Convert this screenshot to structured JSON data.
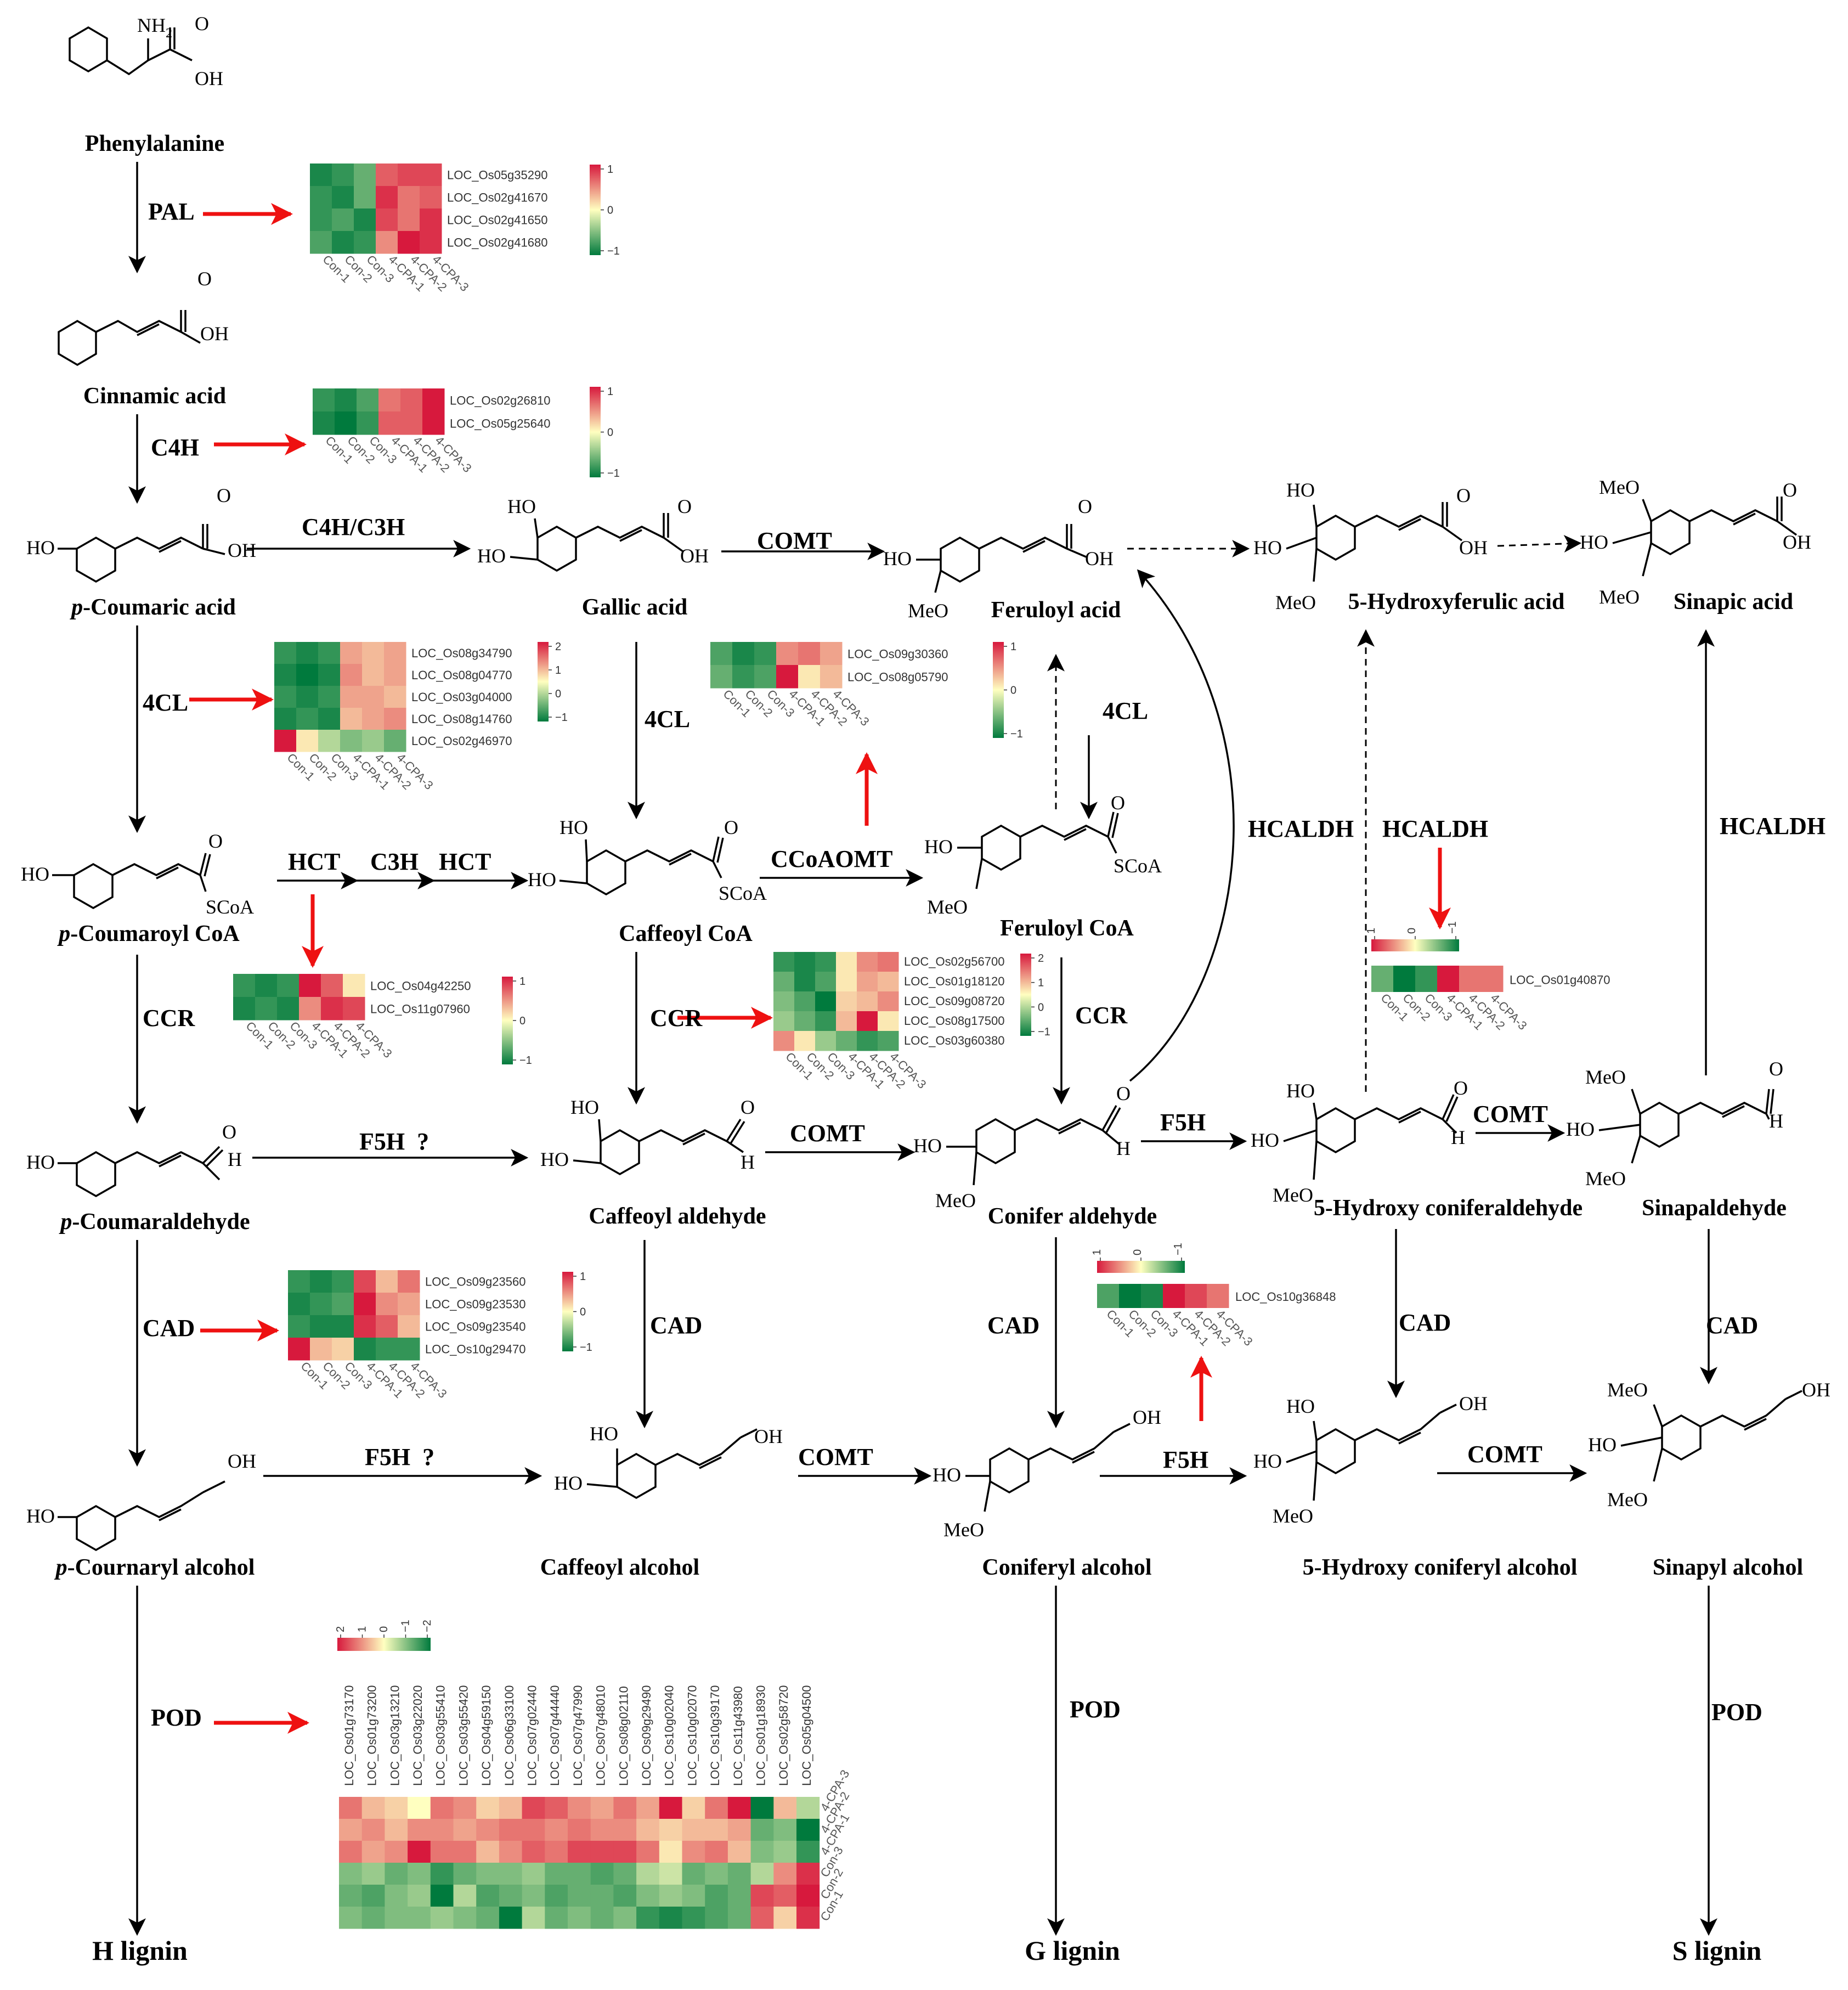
{
  "compounds": [
    {
      "id": "phenylalanine",
      "name": "Phenylalanine"
    },
    {
      "id": "cinnamic",
      "name": "Cinnamic acid"
    },
    {
      "id": "pcoumaric",
      "prefix": "p",
      "name": "-Coumaric acid"
    },
    {
      "id": "gallic",
      "name": "Gallic acid"
    },
    {
      "id": "feruloylacid",
      "name": "Feruloyl acid"
    },
    {
      "id": "hydroxyferulic",
      "name": "5-Hydroxyferulic acid"
    },
    {
      "id": "sinapic",
      "name": "Sinapic acid"
    },
    {
      "id": "pcoumaroylcoa",
      "prefix": "p",
      "name": "-Coumaroyl CoA"
    },
    {
      "id": "caffeoylcoa",
      "name": "Caffeoyl CoA"
    },
    {
      "id": "feruloylcoa",
      "name": "Feruloyl CoA"
    },
    {
      "id": "pcoumaraldehyde",
      "prefix": "p",
      "name": "-Coumaraldehyde"
    },
    {
      "id": "caffeoylald",
      "name": "Caffeoyl aldehyde"
    },
    {
      "id": "coniferald",
      "name": "Conifer aldehyde"
    },
    {
      "id": "hydroxyconiferald",
      "name": "5-Hydroxy coniferaldehyde"
    },
    {
      "id": "sinapaldehyde",
      "name": "Sinapaldehyde"
    },
    {
      "id": "pcoumarylalc",
      "prefix": "p",
      "name": "-Cournaryl alcohol"
    },
    {
      "id": "caffeoylalc",
      "name": "Caffeoyl alcohol"
    },
    {
      "id": "coniferylalc",
      "name": "Coniferyl alcohol"
    },
    {
      "id": "hydroxyconiferylalc",
      "name": "5-Hydroxy coniferyl alcohol"
    },
    {
      "id": "sinapylalc",
      "name": "Sinapyl alcohol"
    },
    {
      "id": "hlignin",
      "name": "H lignin"
    },
    {
      "id": "glignin",
      "name": "G lignin"
    },
    {
      "id": "slignin",
      "name": "S lignin"
    }
  ],
  "atoms": {
    "nh2": "NH",
    "nh2sub": "2",
    "o": "O",
    "oh": "OH",
    "ho": "HO",
    "h": "H",
    "meo": "MeO",
    "scoa": "SCoA"
  },
  "enzymes": [
    {
      "id": "pal",
      "label": "PAL"
    },
    {
      "id": "c4h",
      "label": "C4H"
    },
    {
      "id": "c4hc3h",
      "label": "C4H/C3H"
    },
    {
      "id": "comt1",
      "label": "COMT"
    },
    {
      "id": "cl4a",
      "label": "4CL"
    },
    {
      "id": "cl4b",
      "label": "4CL"
    },
    {
      "id": "cl4c",
      "label": "4CL"
    },
    {
      "id": "hct1",
      "label": "HCT"
    },
    {
      "id": "c3h",
      "label": "C3H"
    },
    {
      "id": "hct2",
      "label": "HCT"
    },
    {
      "id": "ccoaomt",
      "label": "CCoAOMT"
    },
    {
      "id": "hcaldh1",
      "label": "HCALDH"
    },
    {
      "id": "hcaldh2",
      "label": "HCALDH"
    },
    {
      "id": "hcaldh3",
      "label": "HCALDH"
    },
    {
      "id": "ccr1",
      "label": "CCR"
    },
    {
      "id": "ccr2",
      "label": "CCR"
    },
    {
      "id": "ccr3",
      "label": "CCR"
    },
    {
      "id": "f5h1",
      "label": "F5H  ?"
    },
    {
      "id": "comt2",
      "label": "COMT"
    },
    {
      "id": "f5h2",
      "label": "F5H"
    },
    {
      "id": "comt3",
      "label": "COMT"
    },
    {
      "id": "cad1",
      "label": "CAD"
    },
    {
      "id": "cad2",
      "label": "CAD"
    },
    {
      "id": "cad3",
      "label": "CAD"
    },
    {
      "id": "cad4",
      "label": "CAD"
    },
    {
      "id": "cad5",
      "label": "CAD"
    },
    {
      "id": "f5h3",
      "label": "F5H  ?"
    },
    {
      "id": "comt4",
      "label": "COMT"
    },
    {
      "id": "f5h4",
      "label": "F5H"
    },
    {
      "id": "comt5",
      "label": "COMT"
    },
    {
      "id": "pod1",
      "label": "POD"
    },
    {
      "id": "pod2",
      "label": "POD"
    },
    {
      "id": "pod3",
      "label": "POD"
    }
  ],
  "samples": [
    "Con-1",
    "Con-2",
    "Con-3",
    "4-CPA-1",
    "4-CPA-2",
    "4-CPA-3"
  ],
  "colors": {
    "high": "#d7193d",
    "mid": "#ffffc0",
    "low": "#007a3d",
    "arrow": "#ee1111"
  },
  "heatmaps": [
    {
      "id": "pal",
      "legend": [
        "1",
        "0",
        "−1"
      ],
      "genes": [
        "LOC_Os05g35290",
        "LOC_Os02g41670",
        "LOC_Os02g41650",
        "LOC_Os02g41680"
      ],
      "values": [
        [
          -0.9,
          -0.8,
          -0.6,
          0.7,
          0.8,
          0.8
        ],
        [
          -0.8,
          -0.9,
          -0.6,
          0.9,
          0.6,
          0.7
        ],
        [
          -0.8,
          -0.7,
          -0.9,
          0.8,
          0.6,
          0.9
        ],
        [
          -0.7,
          -0.9,
          -0.8,
          0.5,
          1.0,
          0.9
        ]
      ]
    },
    {
      "id": "c4h",
      "legend": [
        "1",
        "0",
        "−1"
      ],
      "genes": [
        "LOC_Os02g26810",
        "LOC_Os05g25640"
      ],
      "values": [
        [
          -0.8,
          -0.9,
          -0.7,
          0.6,
          0.7,
          1.0
        ],
        [
          -0.9,
          -1.0,
          -0.8,
          0.7,
          0.7,
          1.0
        ]
      ]
    },
    {
      "id": "4cl",
      "legend": [
        "2",
        "1",
        "0",
        "−1"
      ],
      "genes": [
        "LOC_Os08g34790",
        "LOC_Os08g04770",
        "LOC_Os03g04000",
        "LOC_Os08g14760",
        "LOC_Os02g46970"
      ],
      "values": [
        [
          -0.8,
          -0.9,
          -0.8,
          0.4,
          0.3,
          0.4
        ],
        [
          -0.9,
          -1.0,
          -0.9,
          0.5,
          0.3,
          0.4
        ],
        [
          -0.8,
          -0.9,
          -0.8,
          0.4,
          0.4,
          0.3
        ],
        [
          -0.9,
          -0.8,
          -0.9,
          0.3,
          0.4,
          0.5
        ],
        [
          1.5,
          0.1,
          -0.3,
          -0.5,
          -0.4,
          -0.6
        ]
      ]
    },
    {
      "id": "ccoaomt",
      "legend": [
        "1",
        "0",
        "−1"
      ],
      "genes": [
        "LOC_Os09g30360",
        "LOC_Os08g05790"
      ],
      "values": [
        [
          -0.7,
          -0.9,
          -0.8,
          0.5,
          0.6,
          0.4
        ],
        [
          -0.6,
          -0.8,
          -0.7,
          1.0,
          0.1,
          0.3
        ]
      ]
    },
    {
      "id": "hct",
      "legend": [
        "1",
        "0",
        "−1"
      ],
      "genes": [
        "LOC_Os04g42250",
        "LOC_Os11g07960"
      ],
      "values": [
        [
          -0.8,
          -0.9,
          -0.8,
          1.0,
          0.7,
          0.1
        ],
        [
          -0.9,
          -0.8,
          -0.9,
          0.5,
          0.9,
          0.8
        ]
      ]
    },
    {
      "id": "ccr",
      "legend": [
        "2",
        "1",
        "0",
        "−1"
      ],
      "genes": [
        "LOC_Os02g56700",
        "LOC_Os01g18120",
        "LOC_Os09g08720",
        "LOC_Os08g17500",
        "LOC_Os03g60380"
      ],
      "values": [
        [
          -0.8,
          -0.9,
          -0.8,
          0.1,
          0.5,
          0.6
        ],
        [
          -0.6,
          -0.9,
          -0.7,
          0.1,
          0.4,
          0.3
        ],
        [
          -0.5,
          -0.7,
          -1.0,
          0.2,
          0.3,
          0.5
        ],
        [
          -0.4,
          -0.6,
          -0.8,
          0.3,
          1.5,
          0.1
        ],
        [
          0.5,
          0.1,
          -0.4,
          -0.6,
          -0.8,
          -0.7
        ]
      ]
    },
    {
      "id": "cad",
      "legend": [
        "1",
        "0",
        "−1"
      ],
      "genes": [
        "LOC_Os09g23560",
        "LOC_Os09g23530",
        "LOC_Os09g23540",
        "LOC_Os10g29470"
      ],
      "values": [
        [
          -0.8,
          -0.9,
          -0.8,
          0.8,
          0.3,
          0.6
        ],
        [
          -0.9,
          -0.8,
          -0.7,
          1.0,
          0.5,
          0.4
        ],
        [
          -0.8,
          -0.9,
          -0.9,
          0.9,
          0.7,
          0.3
        ],
        [
          1.0,
          0.3,
          0.2,
          -0.9,
          -0.8,
          -0.8
        ]
      ]
    },
    {
      "id": "hcaldh",
      "legend": [
        "1",
        "0",
        "−1"
      ],
      "genes": [
        "LOC_Os01g40870"
      ],
      "values": [
        [
          -0.6,
          -1.0,
          -0.8,
          1.0,
          0.6,
          0.6
        ]
      ]
    },
    {
      "id": "f5h",
      "legend": [
        "1",
        "0",
        "−1"
      ],
      "genes": [
        "LOC_Os10g36848"
      ],
      "values": [
        [
          -0.7,
          -1.0,
          -0.9,
          1.0,
          0.8,
          0.6
        ]
      ]
    },
    {
      "id": "pod",
      "legend": [
        "2",
        "1",
        "0",
        "−1",
        "−2"
      ],
      "genes": [
        "LOC_Os01g73170",
        "LOC_Os01g73200",
        "LOC_Os03g13210",
        "LOC_Os03g22020",
        "LOC_Os03g55410",
        "LOC_Os03g55420",
        "LOC_Os04g59150",
        "LOC_Os06g33100",
        "LOC_Os07g02440",
        "LOC_Os07g44440",
        "LOC_Os07g47990",
        "LOC_Os07g48010",
        "LOC_Os08g02110",
        "LOC_Os09g29490",
        "LOC_Os10g02040",
        "LOC_Os10g02070",
        "LOC_Os10g39170",
        "LOC_Os11g43980",
        "LOC_Os01g18930",
        "LOC_Os02g58720",
        "LOC_Os05g04500"
      ],
      "rows": [
        "4-CPA-3",
        "4-CPA-2",
        "4-CPA-1",
        "Con-3",
        "Con-2",
        "Con-1"
      ],
      "values": [
        [
          0.6,
          0.3,
          0.2,
          0.0,
          0.6,
          0.5,
          0.2,
          0.3,
          0.8,
          0.7,
          0.5,
          0.4,
          0.6,
          0.4,
          1.5,
          0.2,
          0.6,
          1.3,
          -1.2,
          0.3,
          -0.3
        ],
        [
          0.4,
          0.5,
          0.3,
          0.5,
          0.5,
          0.4,
          0.5,
          0.6,
          0.6,
          0.5,
          0.6,
          0.5,
          0.5,
          0.3,
          0.2,
          0.3,
          0.3,
          0.4,
          -0.6,
          -0.5,
          -1.0
        ],
        [
          0.6,
          0.4,
          0.5,
          1.4,
          0.6,
          0.6,
          0.3,
          0.5,
          0.7,
          0.6,
          0.8,
          0.8,
          0.8,
          0.6,
          0.1,
          0.5,
          0.6,
          0.3,
          -0.5,
          -0.4,
          -0.8
        ],
        [
          -0.5,
          -0.4,
          -0.6,
          -0.5,
          -0.8,
          -0.6,
          -0.5,
          -0.5,
          -0.4,
          -0.6,
          -0.6,
          -0.7,
          -0.6,
          -0.3,
          -0.2,
          -0.6,
          -0.5,
          -0.6,
          -0.3,
          0.5,
          0.9
        ],
        [
          -0.6,
          -0.7,
          -0.5,
          -0.4,
          -1.2,
          -0.3,
          -0.7,
          -0.6,
          -0.5,
          -0.7,
          -0.6,
          -0.6,
          -0.7,
          -0.5,
          -0.4,
          -0.5,
          -0.7,
          -0.6,
          0.8,
          0.7,
          1.0
        ],
        [
          -0.5,
          -0.6,
          -0.5,
          -0.5,
          -0.4,
          -0.5,
          -0.6,
          -1.0,
          -0.3,
          -0.6,
          -0.5,
          -0.6,
          -0.5,
          -0.8,
          -0.9,
          -0.8,
          -0.7,
          -0.6,
          0.7,
          0.2,
          0.9
        ]
      ]
    }
  ]
}
